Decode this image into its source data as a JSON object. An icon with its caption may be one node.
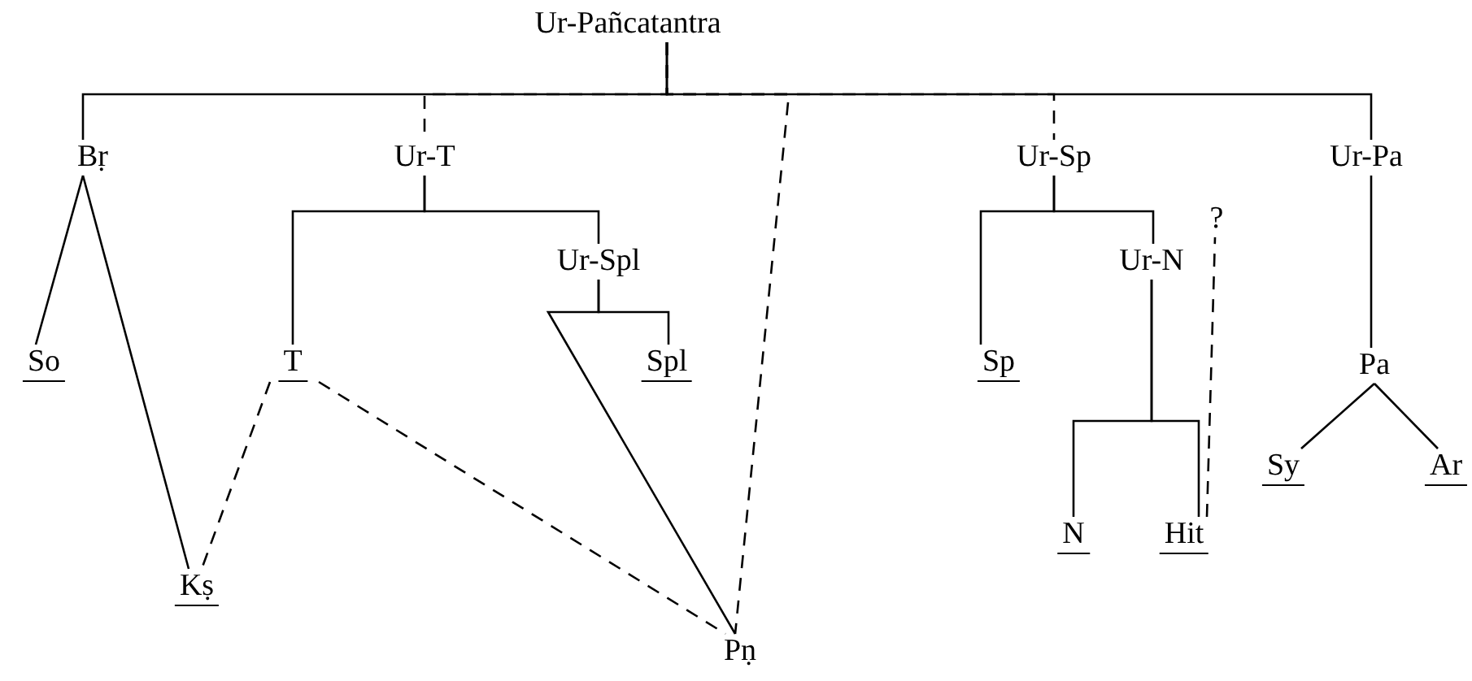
{
  "diagram": {
    "nodes": [
      {
        "text": [
          "Ur-Pañcatantra"
        ]
      },
      {
        "text": [
          "Bṛ"
        ]
      },
      {
        "text": [
          "Ur-T"
        ]
      },
      {
        "text": [
          "Ur-Sp"
        ]
      },
      {
        "text": [
          "Ur-Pa"
        ]
      },
      {
        "text": [
          "Ur-Spl"
        ]
      },
      {
        "text": [
          "So"
        ]
      },
      {
        "text": [
          "T"
        ]
      },
      {
        "text": [
          "Spl"
        ]
      },
      {
        "text": [
          "Sp"
        ]
      },
      {
        "text": [
          "Ur-N"
        ]
      },
      {
        "text": [
          "?"
        ]
      },
      {
        "text": [
          "Pa"
        ]
      },
      {
        "text": [
          "Sy"
        ]
      },
      {
        "text": [
          "Ar"
        ]
      },
      {
        "text": [
          "N"
        ]
      },
      {
        "text": [
          "Hit"
        ]
      },
      {
        "text": [
          "Kṣ"
        ]
      },
      {
        "text": [
          "Pṇ"
        ]
      }
    ],
    "edges": [
      {
        "from": 0,
        "to": 1,
        "arrow": "none"
      },
      {
        "from": 0,
        "to": 2,
        "arrow": "none",
        "style": "dashed"
      },
      {
        "from": 0,
        "to": 3,
        "arrow": "none",
        "style": "dashed"
      },
      {
        "from": 0,
        "to": 4,
        "arrow": "none"
      },
      {
        "from": 0,
        "to": 18,
        "arrow": "none",
        "style": "dashed"
      },
      {
        "from": 1,
        "to": 6,
        "arrow": "none"
      },
      {
        "from": 1,
        "to": 17,
        "arrow": "none"
      },
      {
        "from": 2,
        "to": 5,
        "arrow": "none"
      },
      {
        "from": 2,
        "to": 7,
        "arrow": "none"
      },
      {
        "from": 5,
        "to": 8,
        "arrow": "none"
      },
      {
        "from": 5,
        "to": 18,
        "arrow": "none"
      },
      {
        "from": 3,
        "to": 9,
        "arrow": "none"
      },
      {
        "from": 3,
        "to": 10,
        "arrow": "none"
      },
      {
        "from": 10,
        "to": 15,
        "arrow": "none"
      },
      {
        "from": 10,
        "to": 16,
        "arrow": "none"
      },
      {
        "from": 16,
        "to": 11,
        "arrow": "none",
        "style": "dashed"
      },
      {
        "from": 4,
        "to": 12,
        "arrow": "none"
      },
      {
        "from": 12,
        "to": 13,
        "arrow": "none"
      },
      {
        "from": 12,
        "to": 14,
        "arrow": "none"
      },
      {
        "from": 7,
        "to": 17,
        "arrow": "none",
        "style": "dashed"
      },
      {
        "from": 7,
        "to": 18,
        "arrow": "none",
        "style": "dashed"
      }
    ]
  }
}
